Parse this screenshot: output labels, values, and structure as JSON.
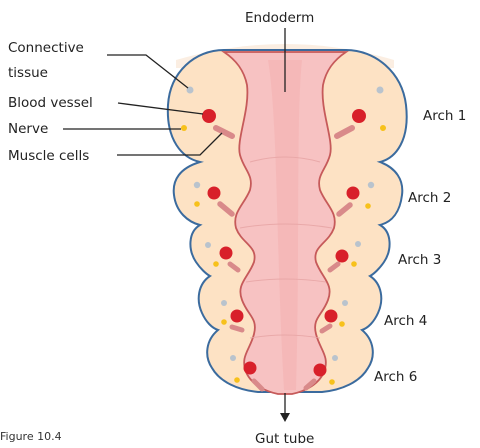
{
  "labels": {
    "endoderm": "Endoderm",
    "connective_line1": "Connective",
    "connective_line2": "tissue",
    "blood_vessel": "Blood vessel",
    "nerve": "Nerve",
    "muscle_cells": "Muscle cells",
    "arch1": "Arch 1",
    "arch2": "Arch 2",
    "arch3": "Arch 3",
    "arch4": "Arch 4",
    "arch6": "Arch 6",
    "gut_tube": "Gut tube",
    "figure": "Figure 10.4"
  },
  "colors": {
    "outline": "#3b6b9e",
    "arch_fill": "#fde2c4",
    "gut_fill": "#f7c2c2",
    "gut_outline": "#c65a5a",
    "vessel": "#d8202a",
    "nerve": "#f7c11b",
    "muscle": "#d98a8a",
    "connective": "#b9c3cd"
  }
}
